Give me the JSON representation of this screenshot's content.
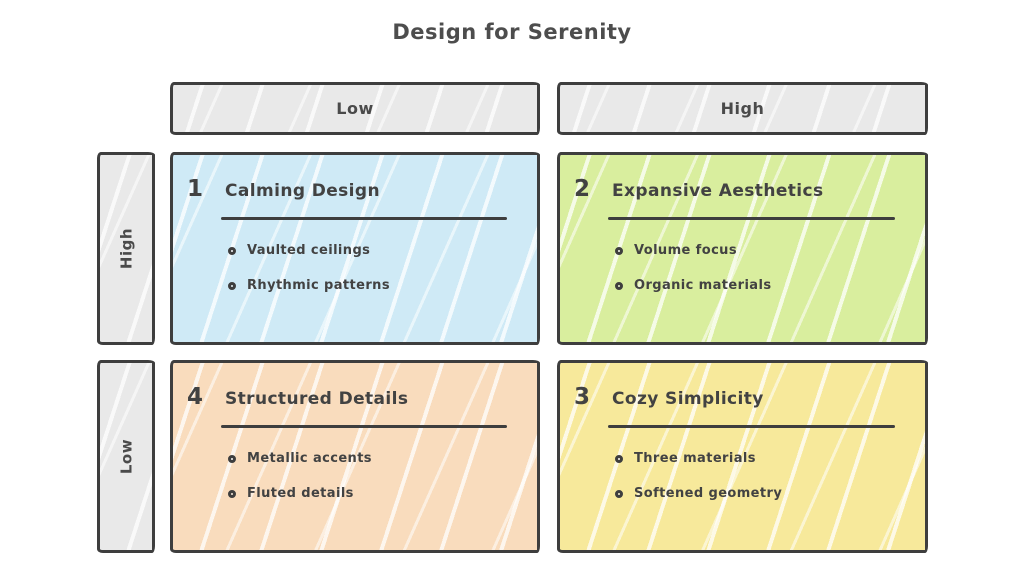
{
  "title": "Design for Serenity",
  "axis": {
    "columns": [
      {
        "label": "Low"
      },
      {
        "label": "High"
      }
    ],
    "rows": [
      {
        "label": "High"
      },
      {
        "label": "Low"
      }
    ]
  },
  "quadrants": [
    {
      "position": "top-left",
      "number": "1",
      "title": "Calming Design",
      "fill": "#cfeaf6",
      "items": [
        "Vaulted ceilings",
        "Rhythmic patterns"
      ]
    },
    {
      "position": "top-right",
      "number": "2",
      "title": "Expansive Aesthetics",
      "fill": "#d9ee9e",
      "items": [
        "Volume focus",
        "Organic materials"
      ]
    },
    {
      "position": "bottom-left",
      "number": "4",
      "title": "Structured Details",
      "fill": "#f9dcbd",
      "items": [
        "Metallic accents",
        "Fluted details"
      ]
    },
    {
      "position": "bottom-right",
      "number": "3",
      "title": "Cozy Simplicity",
      "fill": "#f7e99b",
      "items": [
        "Three materials",
        "Softened geometry"
      ]
    }
  ],
  "colors": {
    "header_fill": "#e9e9e9",
    "border": "#3e3e3e",
    "text": "#424242",
    "background": "#ffffff"
  }
}
